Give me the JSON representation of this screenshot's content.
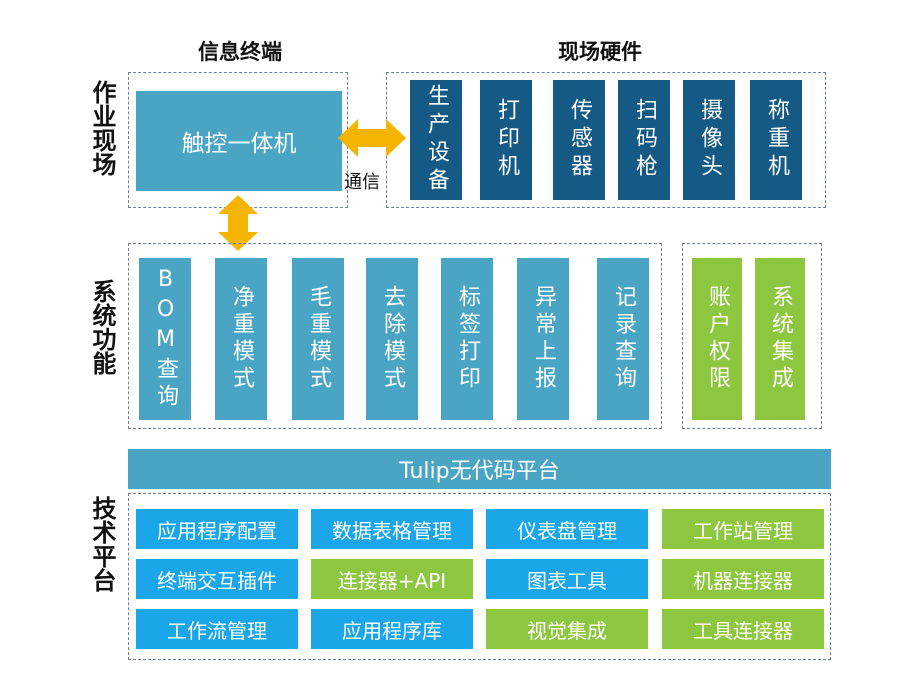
{
  "headers": {
    "info_terminal": "信息终端",
    "field_hardware": "现场硬件"
  },
  "side_labels": {
    "workfield": "作业现场",
    "system_functions": "系统功能",
    "tech_platform": "技术平台"
  },
  "terminal": {
    "label": "触控一体机"
  },
  "comm_label": "通信",
  "hardware": [
    "生产设备",
    "打印机",
    "传感器",
    "扫码枪",
    "摄像头",
    "称重机"
  ],
  "functions": [
    "BOM查询",
    "净重模式",
    "毛重模式",
    "去除模式",
    "标签打印",
    "异常上报",
    "记录查询"
  ],
  "admin_functions": [
    "账户权限",
    "系统集成"
  ],
  "platform": {
    "label": "Tulip无代码平台"
  },
  "tech_grid": [
    [
      {
        "label": "应用程序配置",
        "color": "#1ba6ea"
      },
      {
        "label": "数据表格管理",
        "color": "#1ba6ea"
      },
      {
        "label": "仪表盘管理",
        "color": "#1ba6ea"
      },
      {
        "label": "工作站管理",
        "color": "#8dc63f"
      }
    ],
    [
      {
        "label": "终端交互插件",
        "color": "#1ba6ea"
      },
      {
        "label": "连接器+API",
        "color": "#8dc63f"
      },
      {
        "label": "图表工具",
        "color": "#1ba6ea"
      },
      {
        "label": "机器连接器",
        "color": "#8dc63f"
      }
    ],
    [
      {
        "label": "工作流管理",
        "color": "#1ba6ea"
      },
      {
        "label": "应用程序库",
        "color": "#1ba6ea"
      },
      {
        "label": "视觉集成",
        "color": "#8dc63f"
      },
      {
        "label": "工具连接器",
        "color": "#8dc63f"
      }
    ]
  ],
  "colors": {
    "navy": "#155a84",
    "teal": "#4aa5c4",
    "green": "#8dc63f",
    "blue": "#1ba6ea",
    "arrow": "#f5b400"
  }
}
